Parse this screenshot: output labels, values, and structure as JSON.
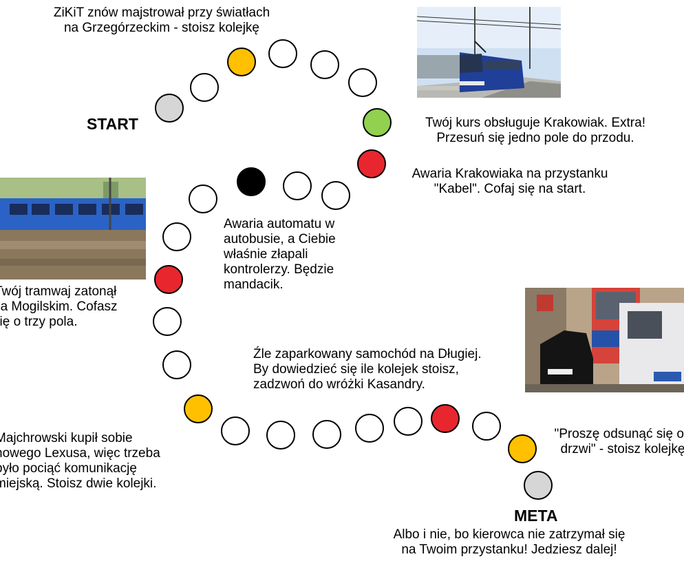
{
  "board": {
    "start_label": "START",
    "finish_label": "META",
    "colors": {
      "start": "#d6d6d6",
      "finish": "#d6d6d6",
      "neutral": "#ffffff",
      "stop": "#ffc000",
      "forward": "#92d050",
      "back": "#e8262d",
      "fine": "#000000",
      "outline": "#000000"
    },
    "fields": [
      {
        "type": "start"
      },
      {
        "type": "neutral"
      },
      {
        "type": "stop"
      },
      {
        "type": "neutral"
      },
      {
        "type": "neutral"
      },
      {
        "type": "neutral"
      },
      {
        "type": "forward"
      },
      {
        "type": "back"
      },
      {
        "type": "neutral"
      },
      {
        "type": "neutral"
      },
      {
        "type": "fine"
      },
      {
        "type": "neutral"
      },
      {
        "type": "neutral"
      },
      {
        "type": "back"
      },
      {
        "type": "neutral"
      },
      {
        "type": "neutral"
      },
      {
        "type": "stop"
      },
      {
        "type": "neutral"
      },
      {
        "type": "neutral"
      },
      {
        "type": "neutral"
      },
      {
        "type": "neutral"
      },
      {
        "type": "neutral"
      },
      {
        "type": "back"
      },
      {
        "type": "neutral"
      },
      {
        "type": "stop"
      },
      {
        "type": "finish"
      }
    ]
  },
  "captions": {
    "lights": [
      "ZiKiT znów majstrował przy światłach",
      "na Grzegórzeckim - stoisz kolejkę"
    ],
    "krakowiak": [
      "Twój kurs obsługuje Krakowiak. Extra!",
      "Przesuń się jedno pole do przodu."
    ],
    "kabel": [
      "Awaria Krakowiaka na przystanku",
      "\"Kabel\". Cofaj się na start."
    ],
    "automat": [
      "Awaria automatu w",
      "autobusie, a Ciebie",
      "właśnie złapali",
      "kontrolerzy. Będzie",
      "mandacik."
    ],
    "mogilskie": [
      "Twój tramwaj zatonął",
      "na Mogilskim. Cofasz",
      "się o trzy pola."
    ],
    "dluga": [
      "Źle zaparkowany samochód na Długiej.",
      "By dowiedzieć się ile kolejek stoisz,",
      "zadzwoń do wróżki Kasandry."
    ],
    "lexus": [
      "Majchrowski kupił sobie",
      "nowego Lexusa, więc trzeba",
      "było pociąć komunikację",
      "miejską. Stoisz dwie kolejki."
    ],
    "drzwi": [
      "\"Proszę odsunąć się od",
      "drzwi\" - stoisz kolejkę"
    ],
    "meta": [
      "Albo i nie, bo kierowca nie zatrzymał się",
      "na Twoim przystanku! Jedziesz dalej!"
    ]
  }
}
